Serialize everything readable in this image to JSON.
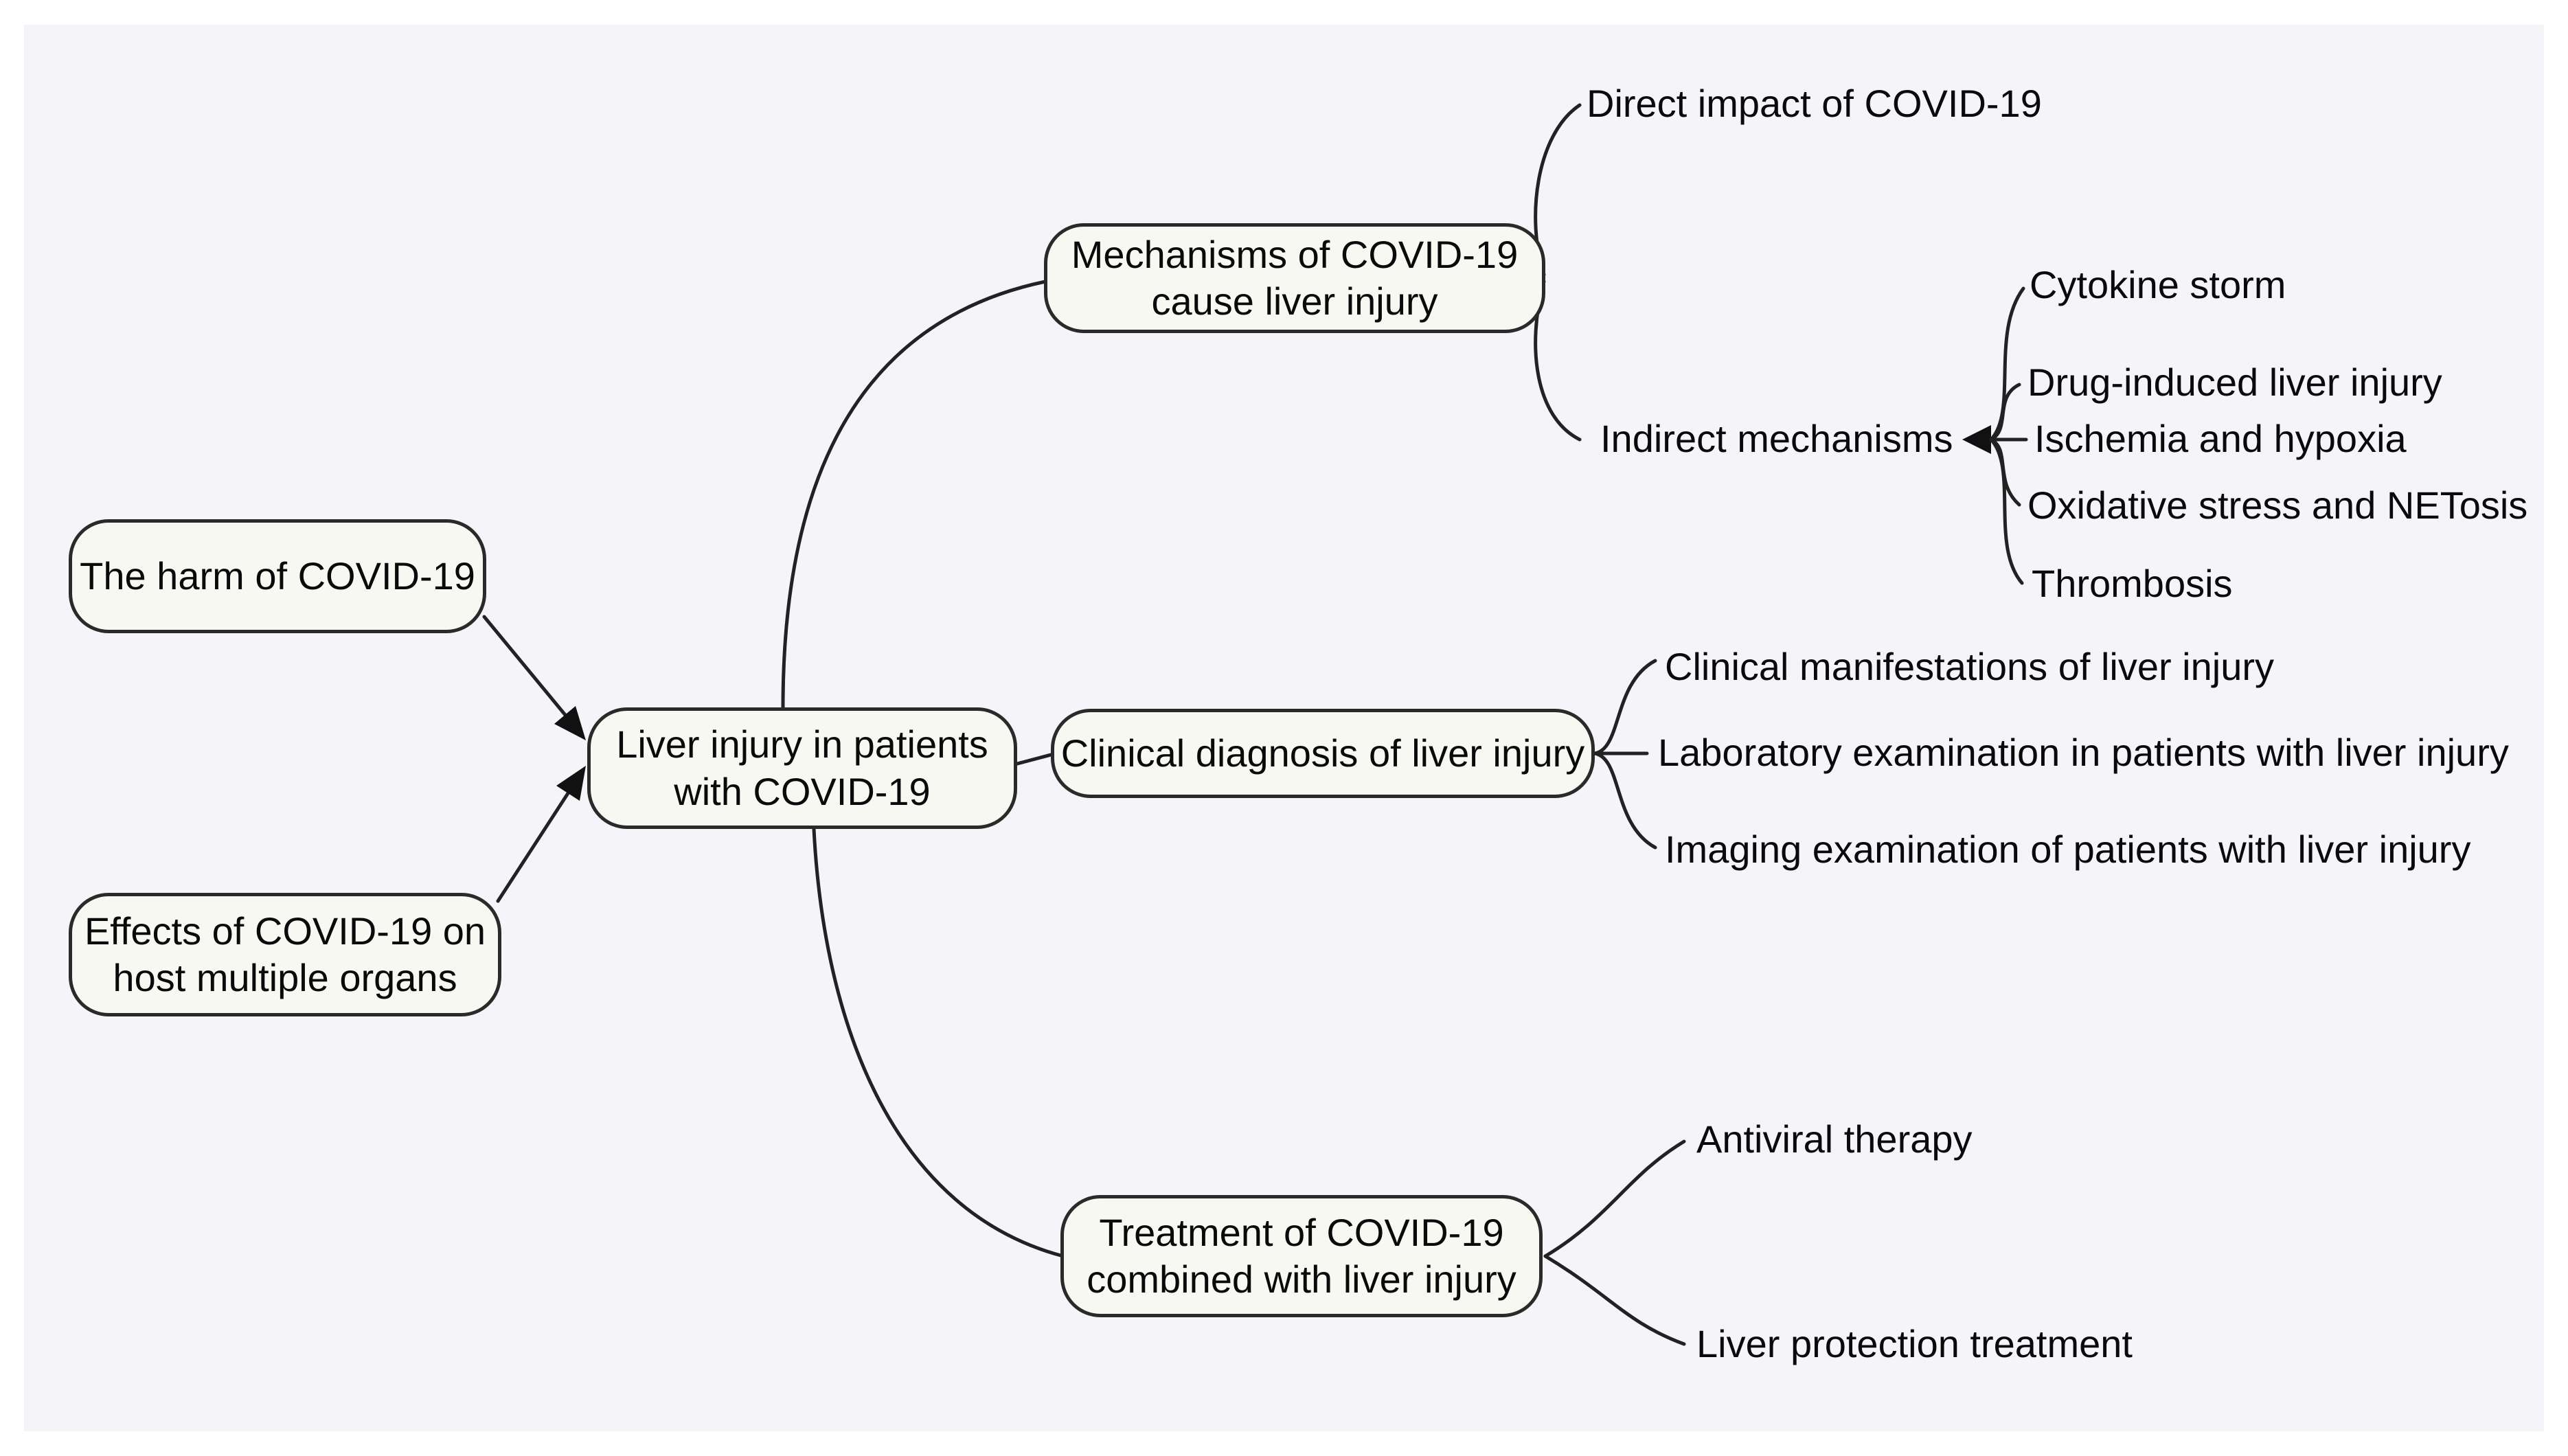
{
  "figure": {
    "type": "mind-map",
    "topic": "Liver injury in patients with COVID-19"
  },
  "palette": {
    "margin": "#ffffff",
    "background": "#f4f4f9",
    "node_fill": "#f7f8f2",
    "node_border": "#2a2a2a",
    "line": "#222222",
    "text": "#0a0a0a"
  },
  "nodes": {
    "harm": {
      "label": "The harm of COVID-19"
    },
    "effects": {
      "label": "Effects of COVID-19 on\nhost multiple organs"
    },
    "root": {
      "label": "Liver injury in patients\nwith COVID-19"
    },
    "mechanisms": {
      "label": "Mechanisms of COVID-19\ncause liver injury"
    },
    "diagnosis": {
      "label": "Clinical diagnosis of liver injury"
    },
    "treatment": {
      "label": "Treatment of COVID-19\ncombined with liver injury"
    }
  },
  "leaves": {
    "direct": {
      "label": "Direct impact of COVID-19"
    },
    "indirect": {
      "label": "Indirect mechanisms"
    },
    "cytokine": {
      "label": "Cytokine storm"
    },
    "drug": {
      "label": "Drug-induced liver injury"
    },
    "ischemia": {
      "label": "Ischemia and hypoxia"
    },
    "oxidative": {
      "label": "Oxidative stress and NETosis"
    },
    "thrombosis": {
      "label": "Thrombosis"
    },
    "manifestations": {
      "label": "Clinical manifestations of liver injury"
    },
    "laboratory": {
      "label": "Laboratory examination in patients with liver injury"
    },
    "imaging": {
      "label": "Imaging examination of patients with liver injury"
    },
    "antiviral": {
      "label": "Antiviral therapy"
    },
    "protection": {
      "label": "Liver protection treatment"
    }
  }
}
